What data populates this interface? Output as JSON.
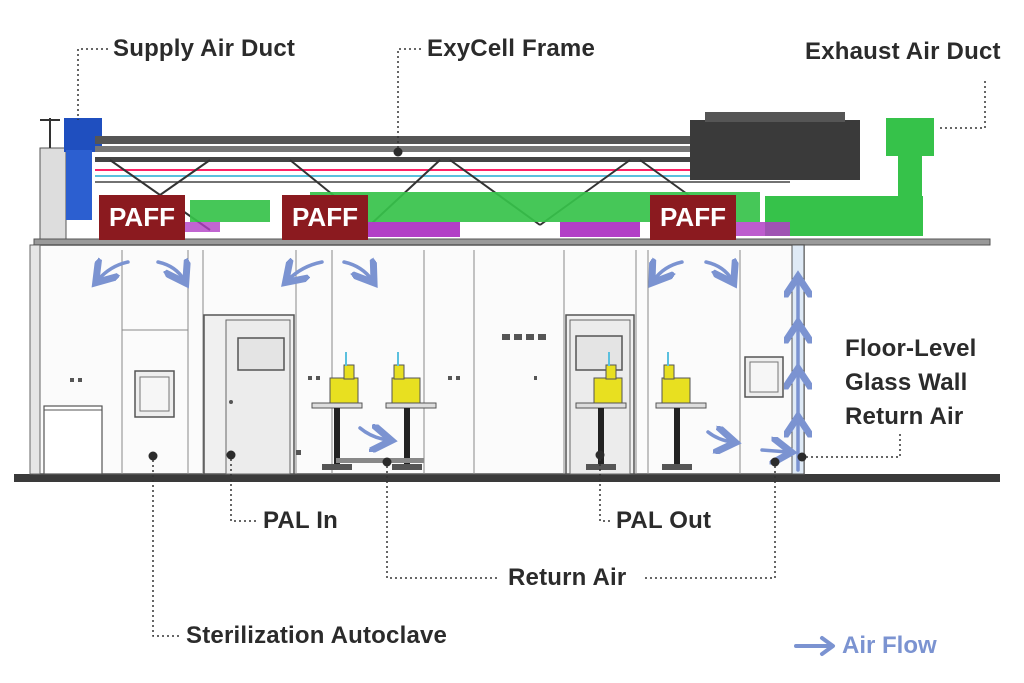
{
  "labels": {
    "supply_air_duct": "Supply Air Duct",
    "exycell_frame": "ExyCell Frame",
    "exhaust_air_duct": "Exhaust Air Duct",
    "floor_level_line1": "Floor-Level",
    "floor_level_line2": "Glass Wall",
    "floor_level_line3": "Return Air",
    "pal_in": "PAL In",
    "pal_out": "PAL Out",
    "return_air": "Return Air",
    "sterilization_autoclave": "Sterilization Autoclave"
  },
  "paff_units": [
    "PAFF",
    "PAFF",
    "PAFF"
  ],
  "legend": {
    "label": "Air Flow"
  },
  "colors": {
    "paff": "#8b1a1f",
    "supply_duct": "#1f4fbf",
    "exhaust_duct": "#36c24a",
    "airflow_arrow": "#7b93d1",
    "frame": "#3a3a3a",
    "lift_yellow": "#e8e020",
    "purple_duct": "#b23fc6"
  }
}
